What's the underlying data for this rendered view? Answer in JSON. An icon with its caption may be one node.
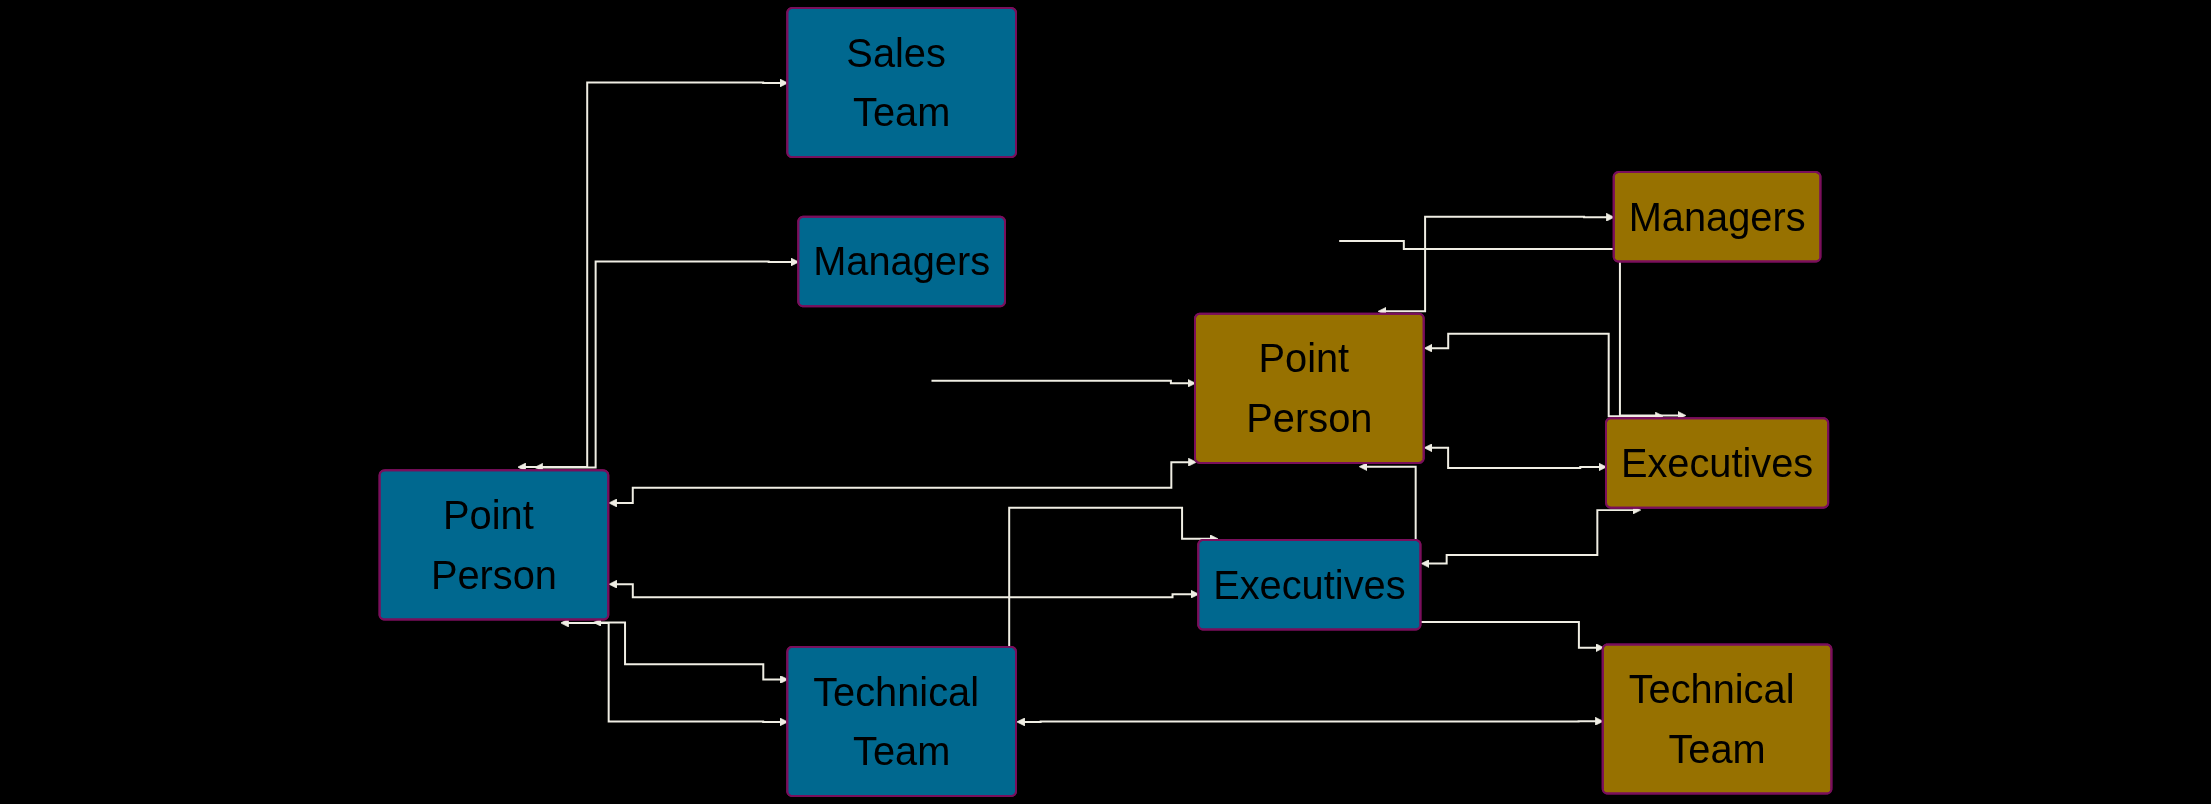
{
  "diagram": {
    "nodes": [
      {
        "text": [
          "Point Person"
        ]
      },
      {
        "text": [
          "Sales Team"
        ]
      },
      {
        "text": [
          "Managers"
        ]
      },
      {
        "text": [
          "Technical Team"
        ]
      },
      {
        "text": [
          "Executives"
        ]
      },
      {
        "text": [
          "Point Person"
        ]
      },
      {
        "text": [
          "Managers"
        ]
      },
      {
        "text": [
          "Technical Team"
        ]
      },
      {
        "text": [
          "Executives"
        ]
      }
    ],
    "edges": [
      {
        "from": 0,
        "to": 4,
        "arrow": "both"
      },
      {
        "from": 0,
        "to": 3,
        "arrow": "both"
      },
      {
        "from": 0,
        "to": 2,
        "arrow": "both"
      },
      {
        "from": 0,
        "to": 1,
        "arrow": "both"
      },
      {
        "from": 0,
        "to": 5,
        "arrow": "both"
      },
      {
        "from": 0,
        "to": 3,
        "arrow": "both"
      },
      {
        "from": 3,
        "to": 4,
        "arrow": "to"
      },
      {
        "from": 3,
        "to": 7,
        "arrow": "both"
      },
      {
        "from": 4,
        "to": 8,
        "arrow": "both"
      },
      {
        "from": 5,
        "to": 8,
        "arrow": "both"
      },
      {
        "from": 5,
        "to": 6,
        "arrow": "both"
      },
      {
        "from": 5,
        "to": 7,
        "arrow": "both"
      },
      {
        "from": 5,
        "to": 8,
        "arrow": "both"
      },
      {
        "from": null,
        "to": 5,
        "arrow": "to"
      },
      {
        "from": null,
        "to": 8,
        "arrow": "to"
      }
    ]
  }
}
